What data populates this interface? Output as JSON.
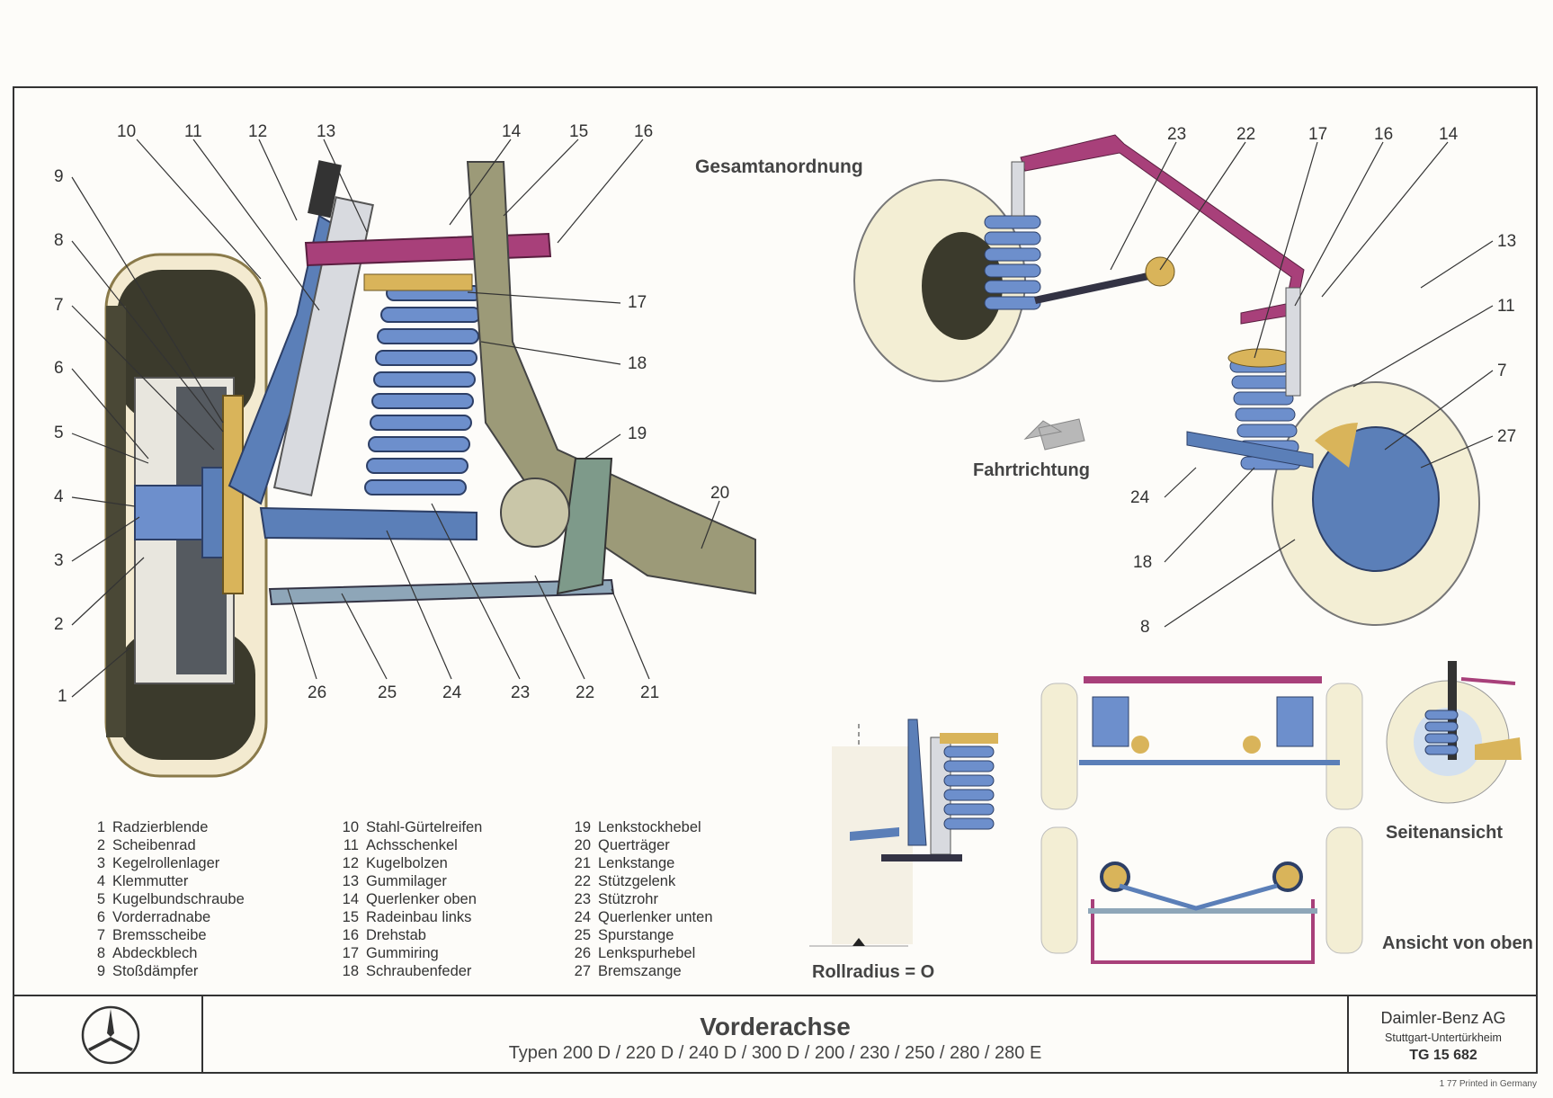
{
  "callouts_left": [
    "10",
    "11",
    "12",
    "13",
    "14",
    "15",
    "16",
    "9",
    "8",
    "7",
    "6",
    "5",
    "4",
    "3",
    "2",
    "1",
    "17",
    "18",
    "19",
    "20",
    "26",
    "25",
    "24",
    "23",
    "22",
    "21"
  ],
  "callouts_right": [
    "23",
    "22",
    "17",
    "16",
    "14",
    "13",
    "11",
    "7",
    "27",
    "24",
    "18",
    "8"
  ],
  "labels": {
    "overview": "Gesamtanordnung",
    "direction": "Fahrtrichtung",
    "roll_radius": "Rollradius = O",
    "side_view": "Seitenansicht",
    "top_view": "Ansicht von oben"
  },
  "legend": [
    [
      {
        "n": "1",
        "t": "Radzierblende"
      },
      {
        "n": "2",
        "t": "Scheibenrad"
      },
      {
        "n": "3",
        "t": "Kegelrollenlager"
      },
      {
        "n": "4",
        "t": "Klemmutter"
      },
      {
        "n": "5",
        "t": "Kugelbundschraube"
      },
      {
        "n": "6",
        "t": "Vorderradnabe"
      },
      {
        "n": "7",
        "t": "Bremsscheibe"
      },
      {
        "n": "8",
        "t": "Abdeckblech"
      },
      {
        "n": "9",
        "t": "Stoßdämpfer"
      }
    ],
    [
      {
        "n": "10",
        "t": "Stahl-Gürtelreifen"
      },
      {
        "n": "11",
        "t": "Achsschenkel"
      },
      {
        "n": "12",
        "t": "Kugelbolzen"
      },
      {
        "n": "13",
        "t": "Gummilager"
      },
      {
        "n": "14",
        "t": "Querlenker oben"
      },
      {
        "n": "15",
        "t": "Radeinbau links"
      },
      {
        "n": "16",
        "t": "Drehstab"
      },
      {
        "n": "17",
        "t": "Gummiring"
      },
      {
        "n": "18",
        "t": "Schraubenfeder"
      }
    ],
    [
      {
        "n": "19",
        "t": "Lenkstockhebel"
      },
      {
        "n": "20",
        "t": "Querträger"
      },
      {
        "n": "21",
        "t": "Lenkstange"
      },
      {
        "n": "22",
        "t": "Stützgelenk"
      },
      {
        "n": "23",
        "t": "Stützrohr"
      },
      {
        "n": "24",
        "t": "Querlenker unten"
      },
      {
        "n": "25",
        "t": "Spurstange"
      },
      {
        "n": "26",
        "t": "Lenkspurhebel"
      },
      {
        "n": "27",
        "t": "Bremszange"
      }
    ]
  ],
  "footer": {
    "title": "Vorderachse",
    "subtitle": "Typen 200 D / 220 D / 240 D / 300 D / 200 / 230 / 250 / 280 / 280 E",
    "company": "Daimler-Benz AG",
    "city": "Stuttgart-Untertürkheim",
    "code": "TG 15 682",
    "printed": "1 77 Printed in Germany"
  },
  "colors": {
    "part_blue": "#5b7fb8",
    "spring_blue": "#6d8fcc",
    "stabilizer": "#a8407a",
    "tire_dark": "#3b3a2c",
    "mount_yellow": "#d9b45a",
    "frame_green": "#8a8a6a"
  }
}
